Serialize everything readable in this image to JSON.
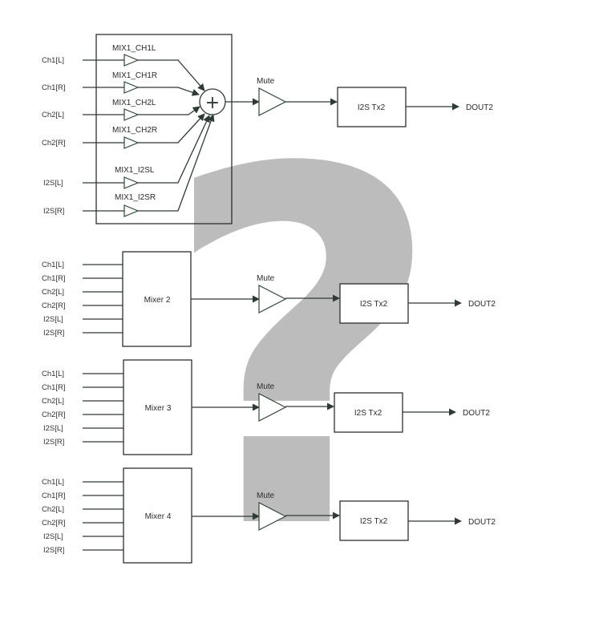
{
  "overlay": {
    "glyph": "?",
    "color": "#b9b9b9"
  },
  "mixer1": {
    "inputs": [
      "Ch1[L]",
      "Ch1[R]",
      "Ch2[L]",
      "Ch2[R]",
      "I2S[L]",
      "I2S[R]"
    ],
    "gains": [
      "MIX1_CH1L",
      "MIX1_CH1R",
      "MIX1_CH2L",
      "MIX1_CH2R",
      "MIX1_I2SL",
      "MIX1_I2SR"
    ],
    "sum_symbol": "+",
    "mute_label": "Mute",
    "tx_label": "I2S Tx2",
    "output_label": "DOUT2"
  },
  "mixer2": {
    "inputs": [
      "Ch1[L]",
      "Ch1[R]",
      "Ch2[L]",
      "Ch2[R]",
      "I2S[L]",
      "I2S[R]"
    ],
    "block_label": "Mixer 2",
    "mute_label": "Mute",
    "tx_label": "I2S Tx2",
    "output_label": "DOUT2"
  },
  "mixer3": {
    "inputs": [
      "Ch1[L]",
      "Ch1[R]",
      "Ch2[L]",
      "Ch2[R]",
      "I2S[L]",
      "I2S[R]"
    ],
    "block_label": "Mixer 3",
    "mute_label": "Mute",
    "tx_label": "I2S Tx2",
    "output_label": "DOUT2"
  },
  "mixer4": {
    "inputs": [
      "Ch1[L]",
      "Ch1[R]",
      "Ch2[L]",
      "Ch2[R]",
      "I2S[L]",
      "I2S[R]"
    ],
    "block_label": "Mixer 4",
    "mute_label": "Mute",
    "tx_label": "I2S Tx2",
    "output_label": "DOUT2"
  }
}
